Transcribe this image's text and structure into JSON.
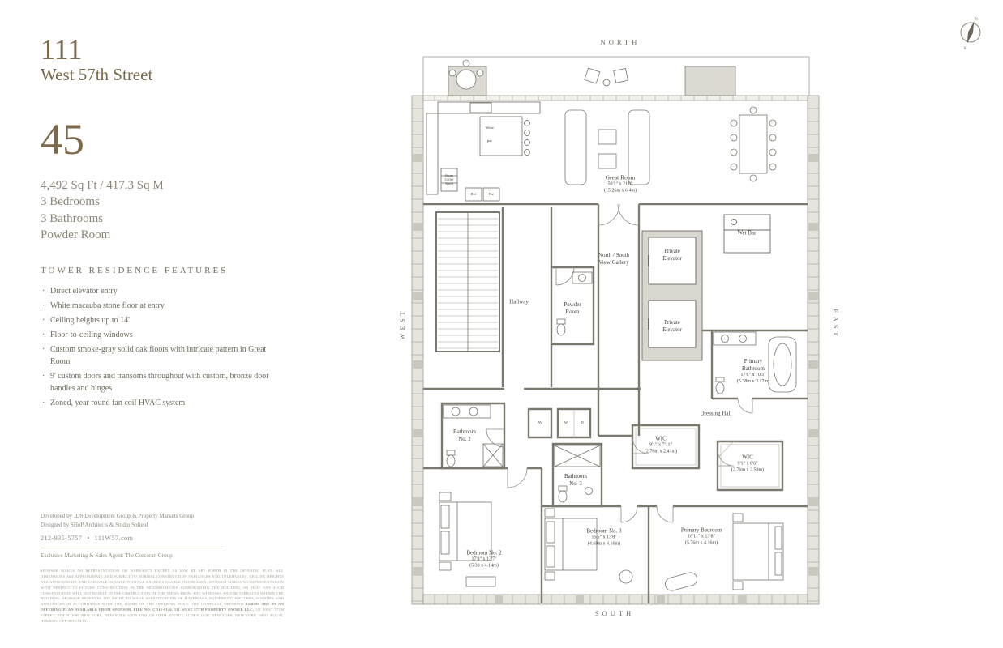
{
  "brand": {
    "building_number": "111",
    "street": "West 57th Street"
  },
  "residence": {
    "number": "45",
    "area": "4,492 Sq Ft / 417.3 Sq M",
    "bedrooms": "3 Bedrooms",
    "bathrooms": "3 Bathrooms",
    "powder_room": "Powder Room"
  },
  "features": {
    "heading": "TOWER RESIDENCE FEATURES",
    "items": [
      "Direct elevator entry",
      "White macauba stone floor at entry",
      "Ceiling heights up to 14'",
      "Floor-to-ceiling windows",
      "Custom smoke-gray solid oak floors with intricate pattern in Great Room",
      "9' custom doors and transoms throughout with custom, bronze door handles and hinges",
      "Zoned, year round fan coil HVAC system"
    ]
  },
  "footer": {
    "developer": "Developed by JDS Development Group & Property Markets Group",
    "designer": "Designed by SHoP Architects & Studio Sofield",
    "phone": "212-935-5757",
    "separator": "•",
    "website": "111W57.com",
    "agent": "Exclusive Marketing & Sales Agent: The Corcoran Group",
    "legal_1": "SPONSOR MAKES NO REPRESENTATION OR WARRANTY EXCEPT AS MAY BE SET FORTH IN THE OFFERING PLAN. ALL DIMENSIONS ARE APPROXIMATE AND SUBJECT TO NORMAL CONSTRUCTION VARIANCES AND TOLERANCES. CEILING HEIGHTS ARE APPROXIMATE AND VARIABLE. SQUARE FOOTAGE EXCEEDS USABLE FLOOR AREA. SPONSOR MAKES NO REPRESENTATION WITH RESPECT TO FUTURE CONSTRUCTION IN THE NEIGHBORHOOD SURROUNDING THE BUILDING OR THAT ANY SUCH CONSTRUCTION WILL NOT RESULT IN THE OBSTRUCTION OF THE VIEWS FROM ANY WINDOWS AND/OR TERRACES WITHIN THE BUILDING. SPONSOR RESERVES THE RIGHT TO MAKE SUBSTITUTIONS OF MATERIALS, EQUIPMENT, FIXTURES, FINISHES AND APPLIANCES IN ACCORDANCE WITH THE TERMS OF THE OFFERING PLAN. THE COMPLETE OFFERING",
    "legal_bold": "TERMS ARE IN AN OFFERING PLAN AVAILABLE FROM SPONSOR. FILE NO. CD16-0146. 111 WEST 57TH PROPERTY OWNER LLC,",
    "legal_2": "111 WEST 57TH STREET, 8TH FLOOR, NEW YORK, NEW YORK 10019 AND 220 FIFTH AVENUE, 11TH FLOOR, NEW YORK, NEW YORK 10001. EQUAL HOUSING OPPORTUNITY."
  },
  "plan": {
    "orientation": {
      "north": "NORTH",
      "south": "SOUTH",
      "west": "WEST",
      "east": "EAST"
    },
    "compass": {
      "n": "N",
      "s": "S"
    },
    "great_room": {
      "name": "Great Room",
      "dim_ft": "50'1\" x 21'0\"",
      "dim_m": "(15.26m x 6.4m)"
    },
    "gallery": {
      "line1": "North / South",
      "line2": "View Gallery"
    },
    "hallway": {
      "name": "Hallway"
    },
    "powder_room": {
      "line1": "Powder",
      "line2": "Room"
    },
    "private_elevator_north": {
      "line1": "Private",
      "line2": "Elevator"
    },
    "private_elevator_south": {
      "line1": "Private",
      "line2": "Elevator"
    },
    "wet_bar": {
      "name": "Wet Bar"
    },
    "primary_bathroom": {
      "line1": "Primary",
      "line2": "Bathroom",
      "dim_ft": "17'8\" x 10'5\"",
      "dim_m": "(5.38m x 3.17m)"
    },
    "dressing_hall": {
      "name": "Dressing Hall"
    },
    "bathroom_2": {
      "line1": "Bathroom",
      "line2": "No. 2"
    },
    "bathroom_3": {
      "line1": "Bathroom",
      "line2": "No. 3"
    },
    "wic_1": {
      "name": "WIC",
      "dim_ft": "9'1\" x 7'11\"",
      "dim_m": "(2.76m x 2.41m)"
    },
    "wic_2": {
      "name": "WIC",
      "dim_ft": "9'1\" x 8'6\"",
      "dim_m": "(2.76m x 2.59m)"
    },
    "bedroom_2": {
      "name": "Bedroom No. 2",
      "dim_ft": "17'8\" x 13'7\"",
      "dim_m": "(5.38 x 4.14m)"
    },
    "bedroom_3": {
      "name": "Bedroom No. 3",
      "dim_ft": "15'5\" x 13'8\"",
      "dim_m": "(4.69m x 4.16m)"
    },
    "primary_bedroom": {
      "name": "Primary Bedroom",
      "dim_ft": "18'11\" x 13'8\"",
      "dim_m": "(5.76m x 4.16m)"
    },
    "kitchen": {
      "wine": "Wine",
      "pac": "pac",
      "steam": "Steam",
      "coffee": "Coffee",
      "speed": "Speed",
      "ref": "Ref",
      "frz": "Frz"
    },
    "closets": {
      "av": "AV",
      "washer": "W",
      "dryer": "D"
    }
  }
}
